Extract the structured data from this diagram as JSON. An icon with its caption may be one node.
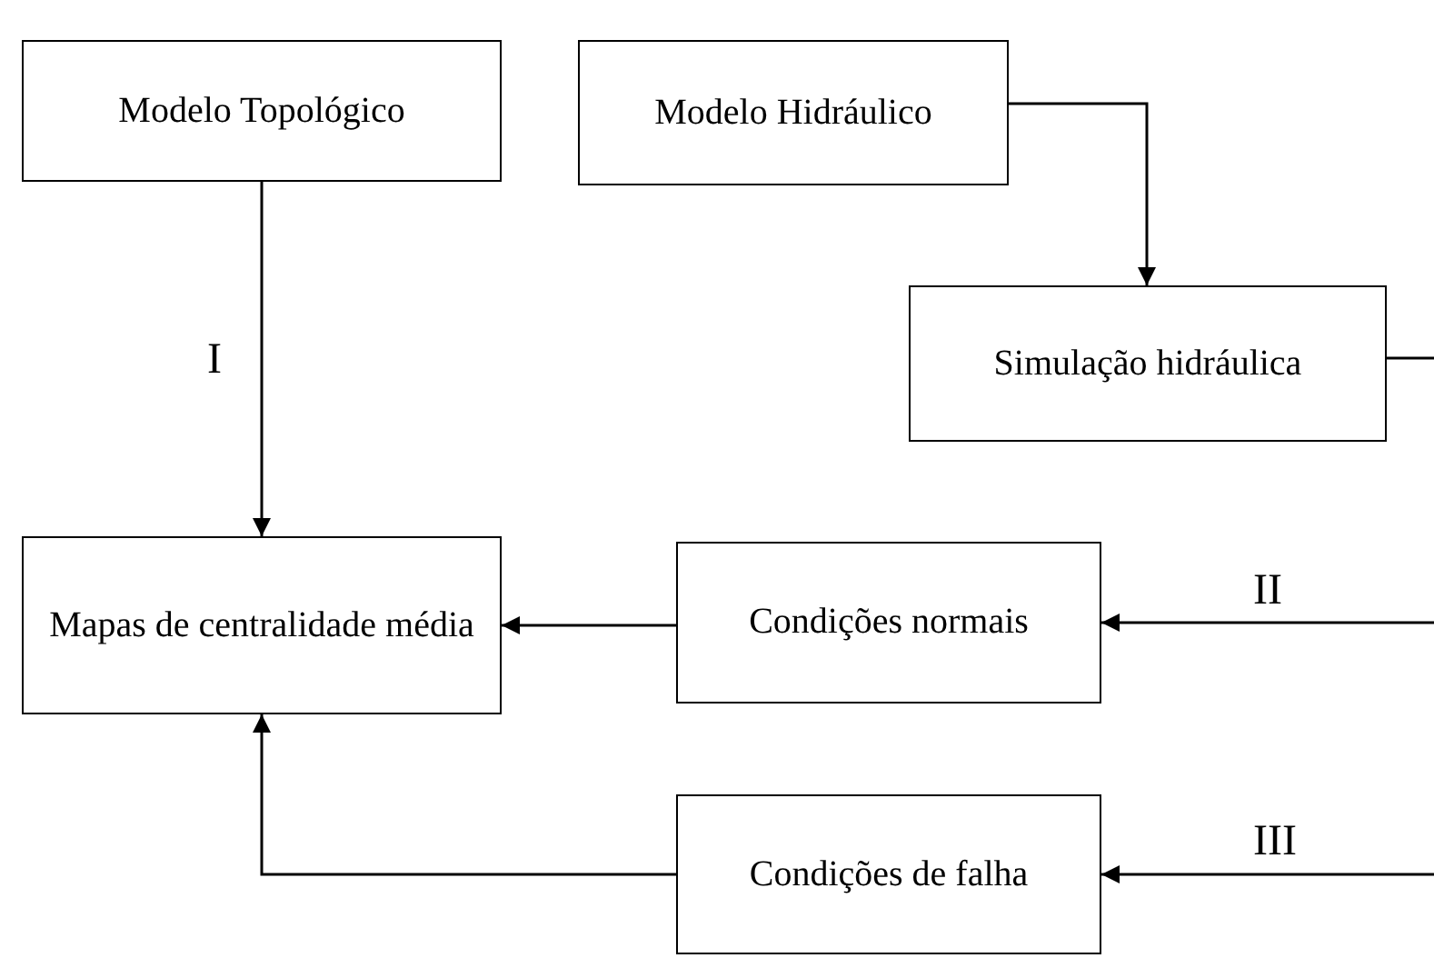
{
  "diagram": {
    "nodes": [
      {
        "text": [
          "Modelo Topológico"
        ]
      },
      {
        "text": [
          "Modelo Hidráulico"
        ]
      },
      {
        "text": [
          "Simulação hidráulica"
        ]
      },
      {
        "text": [
          "Mapas de centralidade média"
        ]
      },
      {
        "text": [
          "Condições normais"
        ]
      },
      {
        "text": [
          "Condições de falha"
        ]
      }
    ],
    "edges": [
      {
        "from": 0,
        "to": 3,
        "arrow": "to",
        "label": "I"
      },
      {
        "from": 1,
        "to": 2,
        "arrow": "to"
      },
      {
        "from": 2,
        "to": null,
        "arrow": "none"
      },
      {
        "from": 4,
        "to": 3,
        "arrow": "to"
      },
      {
        "from": null,
        "to": 4,
        "arrow": "to",
        "label": "II"
      },
      {
        "from": 5,
        "to": 3,
        "arrow": "to"
      },
      {
        "from": null,
        "to": 5,
        "arrow": "to",
        "label": "III"
      }
    ]
  }
}
